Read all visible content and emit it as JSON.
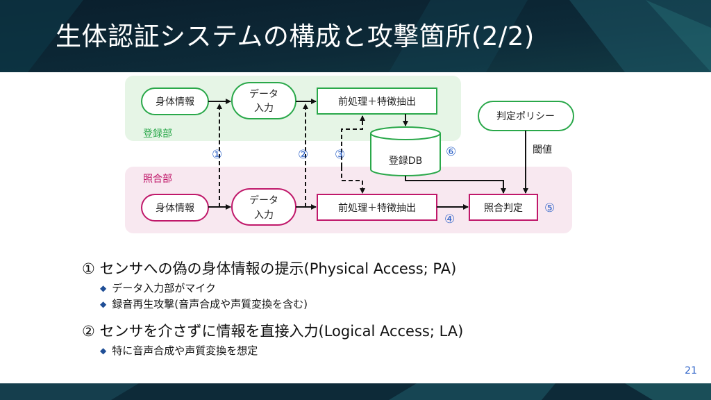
{
  "slide": {
    "title": "生体認証システムの構成と攻撃箇所(2/2)",
    "page_number": "21"
  },
  "diagram": {
    "enroll_zone_label": "登録部",
    "match_zone_label": "照合部",
    "enroll": {
      "biometric": "身体情報",
      "data_input_line1": "データ",
      "data_input_line2": "入力",
      "feature": "前処理＋特徴抽出"
    },
    "match": {
      "biometric": "身体情報",
      "data_input_line1": "データ",
      "data_input_line2": "入力",
      "feature": "前処理＋特徴抽出",
      "decision": "照合判定"
    },
    "database": "登録DB",
    "policy": "判定ポリシー",
    "threshold": "閾値",
    "markers": [
      "①",
      "②",
      "③",
      "④",
      "⑤",
      "⑥"
    ]
  },
  "bullets": [
    {
      "text": "① センサへの偽の身体情報の提示(Physical Access; PA)",
      "sub": [
        "データ入力部がマイク",
        "録音再生攻撃(音声合成や声質変換を含む)"
      ]
    },
    {
      "text": "② センサを介さずに情報を直接入力(Logical Access; LA)",
      "sub": [
        "特に音声合成や声質変換を想定"
      ]
    }
  ],
  "colors": {
    "header_bg": "#0a1e2c",
    "header_accent": "#1f5f6e",
    "enroll_zone_fill": "#e6f5e6",
    "match_zone_fill": "#f8e8f0",
    "enroll_green": "#2aa84a",
    "match_magenta": "#c0186a",
    "marker_blue": "#2e63c8",
    "bullet_diamond": "#1f4e96"
  }
}
